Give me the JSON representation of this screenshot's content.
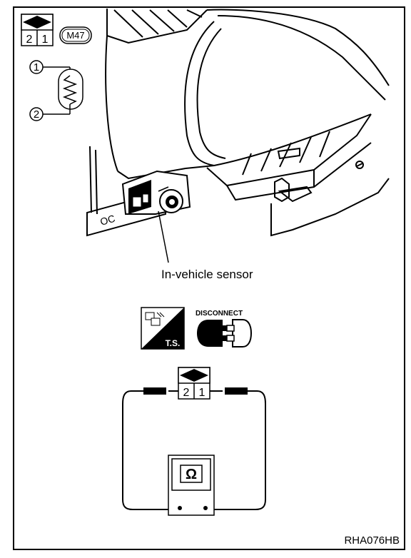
{
  "connector": {
    "id": "M47",
    "pins": [
      "2",
      "1"
    ]
  },
  "sensor_symbol": {
    "terminals": [
      "1",
      "2"
    ]
  },
  "callout": {
    "label": "In-vehicle sensor"
  },
  "tools": {
    "disconnect_label": "DISCONNECT",
    "ts_label": "T.S."
  },
  "meter": {
    "symbol": "Ω",
    "probe_pins": [
      "2",
      "1"
    ]
  },
  "figure_id": "RHA076HB"
}
